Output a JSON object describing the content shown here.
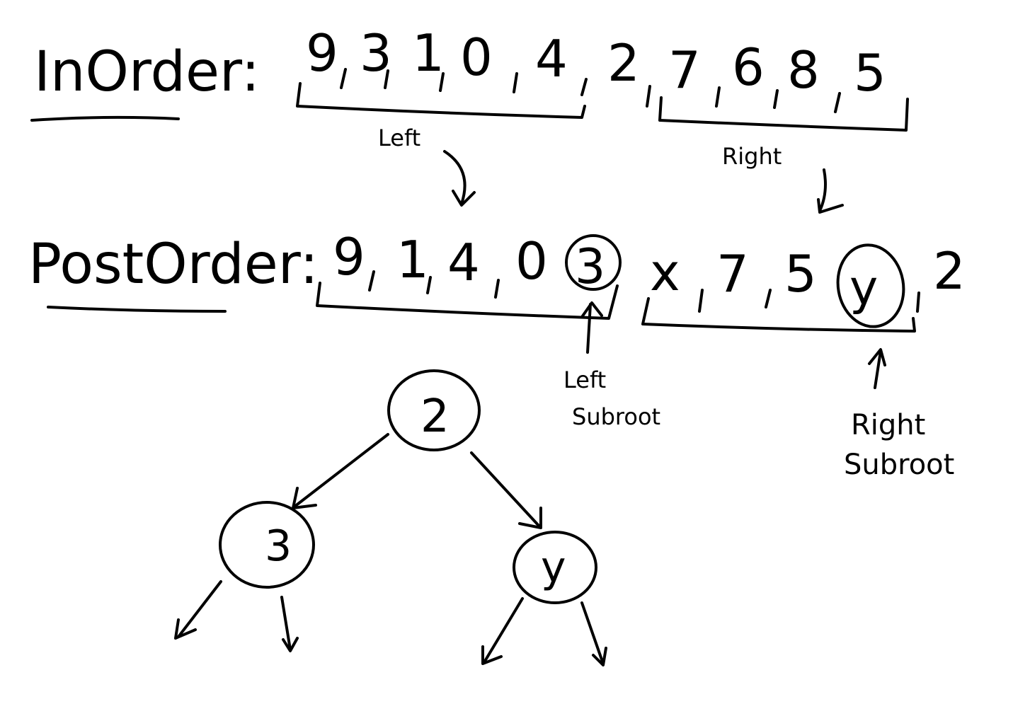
{
  "colors": {
    "ink": "#000000",
    "paper": "#ffffff"
  },
  "inorder": {
    "title": "InOrder:",
    "values": [
      "9",
      "3",
      "1",
      "0",
      "4",
      "2",
      "7",
      "6",
      "8",
      "5"
    ],
    "left_label": "Left",
    "right_label": "Right"
  },
  "postorder": {
    "title": "PostOrder:",
    "values": [
      "9",
      "1",
      "4",
      "0",
      "3",
      "x",
      "7",
      "5",
      "y",
      "2"
    ],
    "left_subroot_label": "Left Subroot",
    "right_subroot_label": "Right Subroot"
  },
  "tree": {
    "root": "2",
    "left_child": "3",
    "right_child": "y"
  }
}
